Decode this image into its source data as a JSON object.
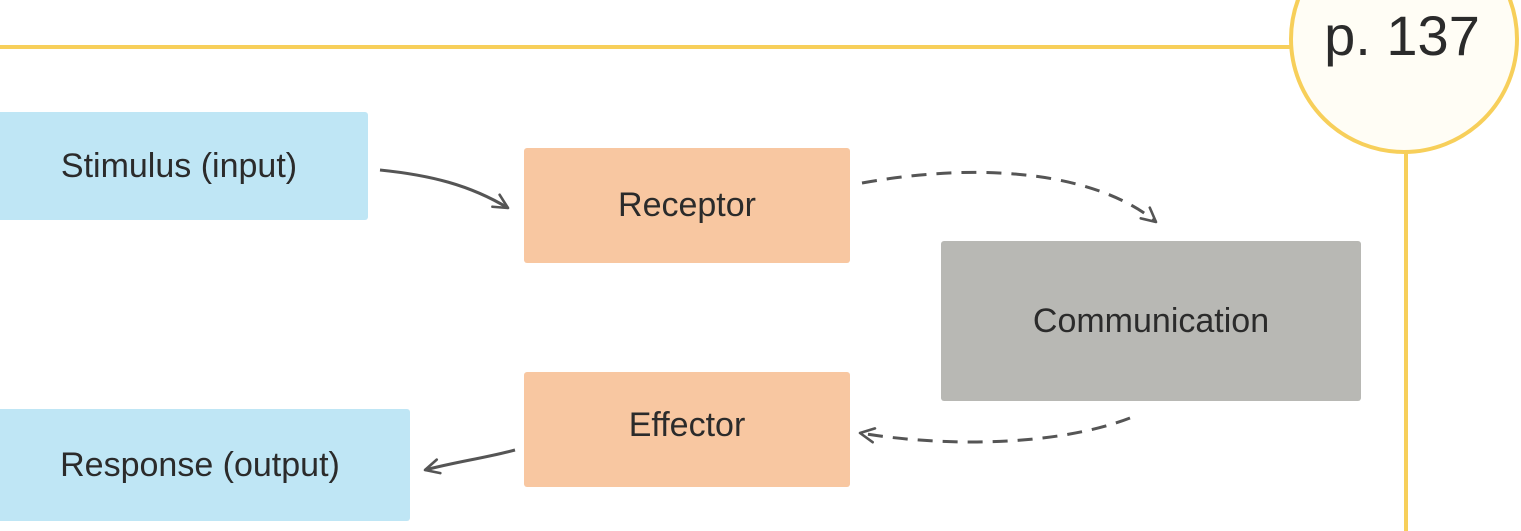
{
  "page_number": "p. 137",
  "colors": {
    "accent_line": "#f7cf5a",
    "badge_fill": "#fffdf5",
    "input_output_fill": "#bfe6f5",
    "receptor_effector_fill": "#f8c7a1",
    "communication_fill": "#b8b8b4",
    "arrow": "#555555",
    "text": "#2b2b2b"
  },
  "diagram": {
    "nodes": {
      "stimulus": "Stimulus (input)",
      "receptor": "Receptor",
      "communication": "Communication",
      "effector": "Effector",
      "response": "Response (output)"
    },
    "edges": [
      {
        "from": "stimulus",
        "to": "receptor",
        "style": "solid"
      },
      {
        "from": "receptor",
        "to": "communication",
        "style": "dashed"
      },
      {
        "from": "communication",
        "to": "effector",
        "style": "dashed"
      },
      {
        "from": "effector",
        "to": "response",
        "style": "solid"
      }
    ]
  }
}
